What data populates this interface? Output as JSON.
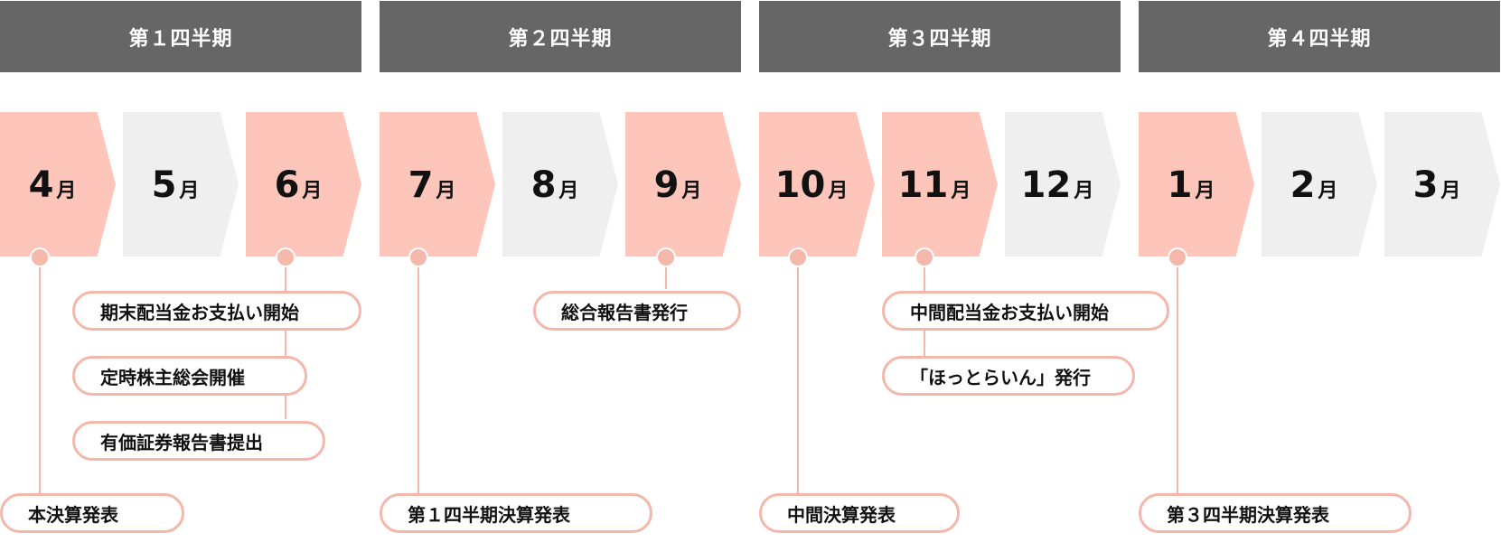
{
  "quarters": [
    "第１四半期",
    "第２四半期",
    "第３四半期",
    "第４四半期"
  ],
  "months": [
    {
      "num": "4",
      "unit": "月",
      "highlight": true
    },
    {
      "num": "5",
      "unit": "月",
      "highlight": false
    },
    {
      "num": "6",
      "unit": "月",
      "highlight": true
    },
    {
      "num": "7",
      "unit": "月",
      "highlight": true
    },
    {
      "num": "8",
      "unit": "月",
      "highlight": false
    },
    {
      "num": "9",
      "unit": "月",
      "highlight": true
    },
    {
      "num": "10",
      "unit": "月",
      "highlight": true
    },
    {
      "num": "11",
      "unit": "月",
      "highlight": true
    },
    {
      "num": "12",
      "unit": "月",
      "highlight": false
    },
    {
      "num": "1",
      "unit": "月",
      "highlight": true
    },
    {
      "num": "2",
      "unit": "月",
      "highlight": false
    },
    {
      "num": "3",
      "unit": "月",
      "highlight": false
    }
  ],
  "events": {
    "apr": "本決算発表",
    "jun_1": "期末配当金お支払い開始",
    "jun_2": "定時株主総会開催",
    "jun_3": "有価証券報告書提出",
    "jul": "第１四半期決算発表",
    "sep": "総合報告書発行",
    "oct": "中間決算発表",
    "nov_1": "中間配当金お支払い開始",
    "nov_2": "「ほっとらいん」発行",
    "jan": "第３四半期決算発表"
  },
  "colors": {
    "quarter_bg": "#666666",
    "highlight_month": "#fec6bb",
    "plain_month": "#efefef",
    "accent_line": "#f3b7ab"
  }
}
